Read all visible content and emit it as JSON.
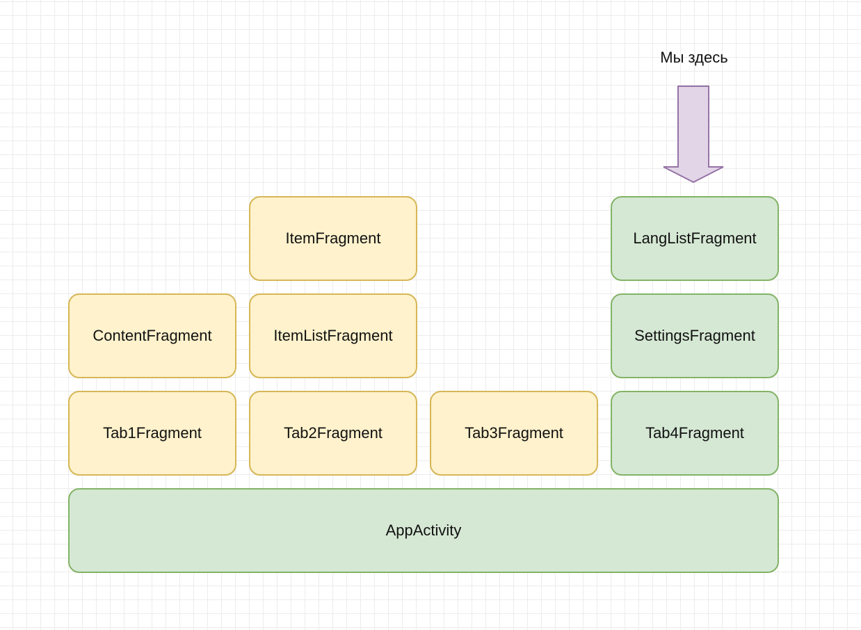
{
  "annotation": {
    "text": "Мы здесь",
    "arrow_color": "#e1d5e7",
    "arrow_stroke": "#9673a6"
  },
  "colors": {
    "yellow_fill": "#fff2cc",
    "yellow_stroke": "#d6b656",
    "green_fill": "#d5e8d4",
    "green_stroke": "#82b366"
  },
  "nodes": {
    "item_fragment": "ItemFragment",
    "lang_list_fragment": "LangListFragment",
    "content_fragment": "ContentFragment",
    "item_list_fragment": "ItemListFragment",
    "settings_fragment": "SettingsFragment",
    "tab1_fragment": "Tab1Fragment",
    "tab2_fragment": "Tab2Fragment",
    "tab3_fragment": "Tab3Fragment",
    "tab4_fragment": "Tab4Fragment",
    "app_activity": "AppActivity"
  }
}
